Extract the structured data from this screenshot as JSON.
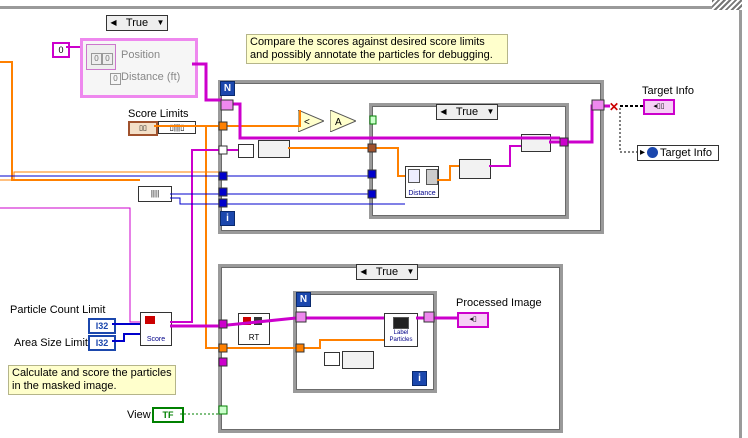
{
  "case_outer_top": {
    "selected": "True"
  },
  "case_inner_top": {
    "selected": "True"
  },
  "case_bottom": {
    "selected": "True"
  },
  "comment_top": "Compare the scores against desired score limits and possibly annotate the particles for debugging.",
  "comment_bottom": "Calculate and score the particles in the masked image.",
  "cluster": {
    "position_label": "Position",
    "distance_label": "Distance (ft)",
    "numeric_0": "0",
    "x_val": "0",
    "y_val": "0",
    "dist_val": "0"
  },
  "labels": {
    "score_limits": "Score Limits",
    "target_info_out": "Target Info",
    "target_info_local": "Target Info",
    "processed_image": "Processed Image",
    "particle_count_limit": "Particle Count Limit",
    "area_size_limit": "Area Size Limit",
    "view": "View"
  },
  "terminals": {
    "particle_count": "I32",
    "area_size": "I32",
    "view": "TF"
  },
  "nodes": {
    "distance": "Distance",
    "label_particles": "Label Particles",
    "score": "Score",
    "rt": "RT"
  },
  "loop_labels": {
    "n": "N",
    "i": "i"
  },
  "colors": {
    "pink_wire": "#cc00cc",
    "orange_wire": "#ff8000",
    "blue_wire": "#0000cc",
    "green_wire": "#008000",
    "frame": "#9a9a9a"
  }
}
